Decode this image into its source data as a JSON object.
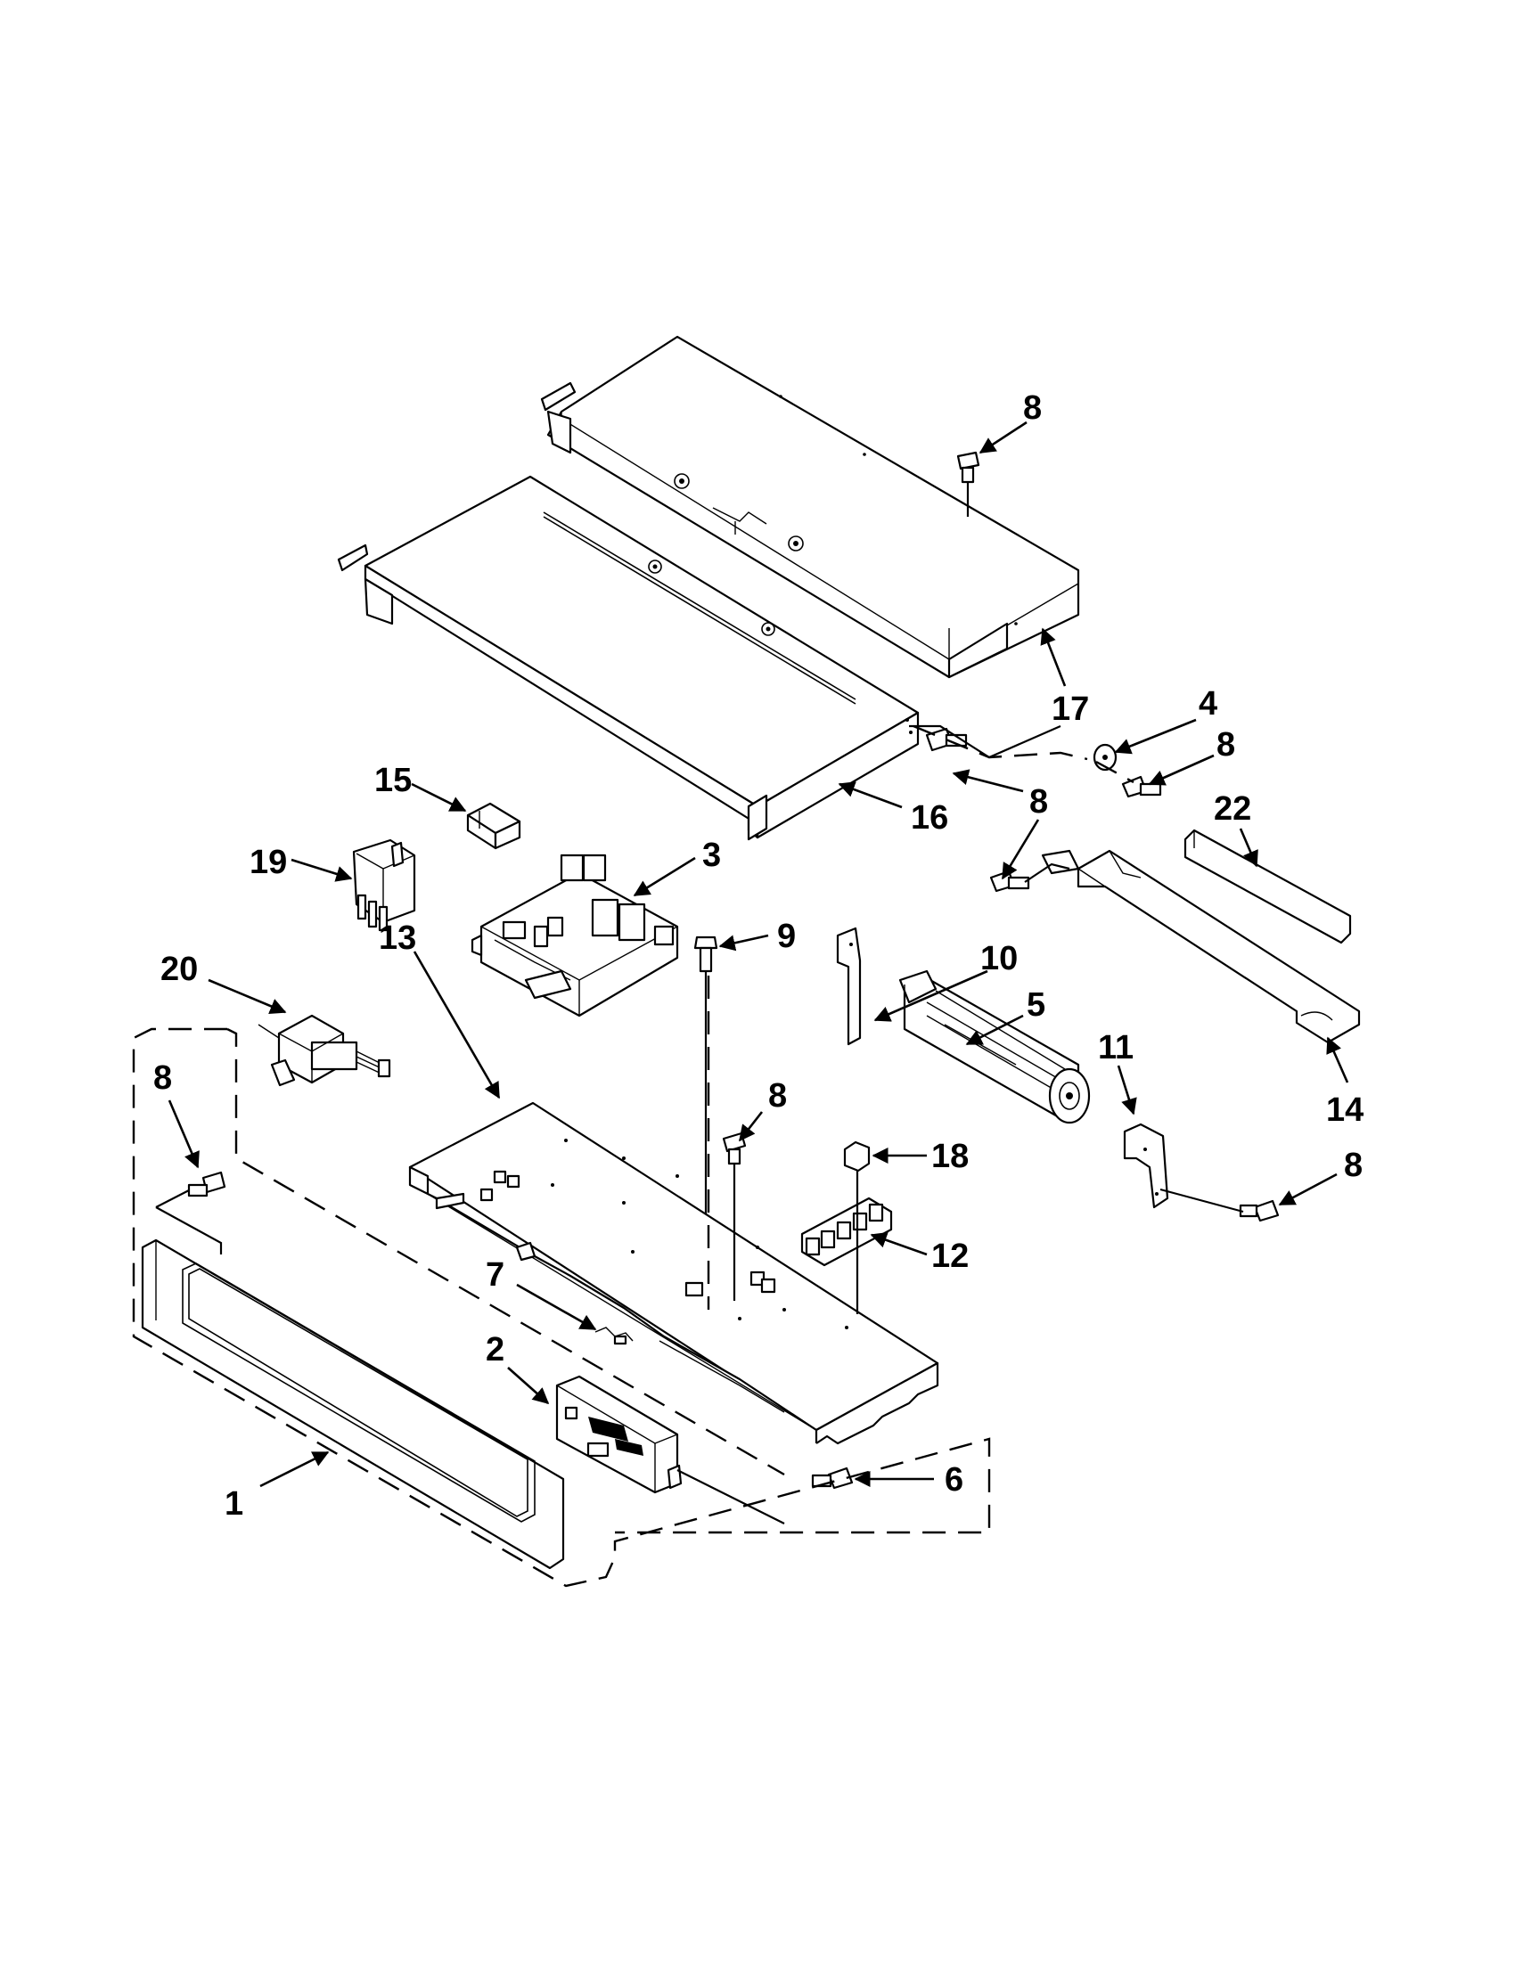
{
  "callouts": [
    {
      "id": "c17",
      "label": "17"
    },
    {
      "id": "c8a",
      "label": "8"
    },
    {
      "id": "c16",
      "label": "16"
    },
    {
      "id": "c4",
      "label": "4"
    },
    {
      "id": "c8b",
      "label": "8"
    },
    {
      "id": "c8c",
      "label": "8"
    },
    {
      "id": "c22",
      "label": "22"
    },
    {
      "id": "c15",
      "label": "15"
    },
    {
      "id": "c19",
      "label": "19"
    },
    {
      "id": "c3",
      "label": "3"
    },
    {
      "id": "c9",
      "label": "9"
    },
    {
      "id": "c10",
      "label": "10"
    },
    {
      "id": "c5",
      "label": "5"
    },
    {
      "id": "c20",
      "label": "20"
    },
    {
      "id": "c13",
      "label": "13"
    },
    {
      "id": "c11",
      "label": "11"
    },
    {
      "id": "c14",
      "label": "14"
    },
    {
      "id": "c8d",
      "label": "8"
    },
    {
      "id": "c8e",
      "label": "8"
    },
    {
      "id": "c18",
      "label": "18"
    },
    {
      "id": "c8f",
      "label": "8"
    },
    {
      "id": "c12",
      "label": "12"
    },
    {
      "id": "c7",
      "label": "7"
    },
    {
      "id": "c2",
      "label": "2"
    },
    {
      "id": "c6",
      "label": "6"
    },
    {
      "id": "c1",
      "label": "1"
    }
  ]
}
